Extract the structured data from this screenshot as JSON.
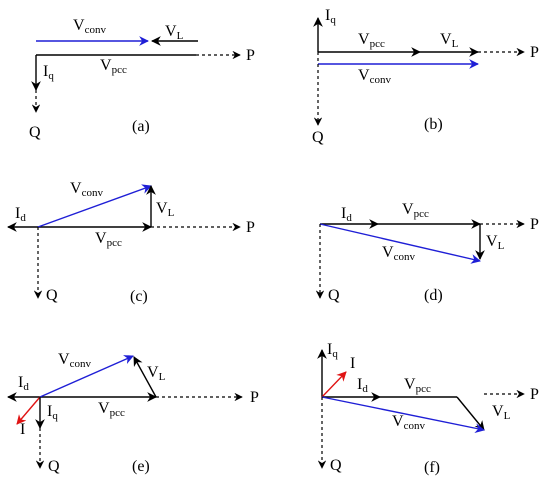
{
  "colors": {
    "black": "#000000",
    "blue": "#1f1fd6",
    "red": "#e01414"
  },
  "labels": {
    "P": "P",
    "Q": "Q",
    "I": "I",
    "V": "V",
    "q": "q",
    "d": "d",
    "L": "L",
    "pcc": "pcc",
    "conv": "conv"
  },
  "panels": [
    {
      "id": "a",
      "caption": "(a)"
    },
    {
      "id": "b",
      "caption": "(b)"
    },
    {
      "id": "c",
      "caption": "(c)"
    },
    {
      "id": "d",
      "caption": "(d)"
    },
    {
      "id": "e",
      "caption": "(e)"
    },
    {
      "id": "f",
      "caption": "(f)"
    }
  ]
}
